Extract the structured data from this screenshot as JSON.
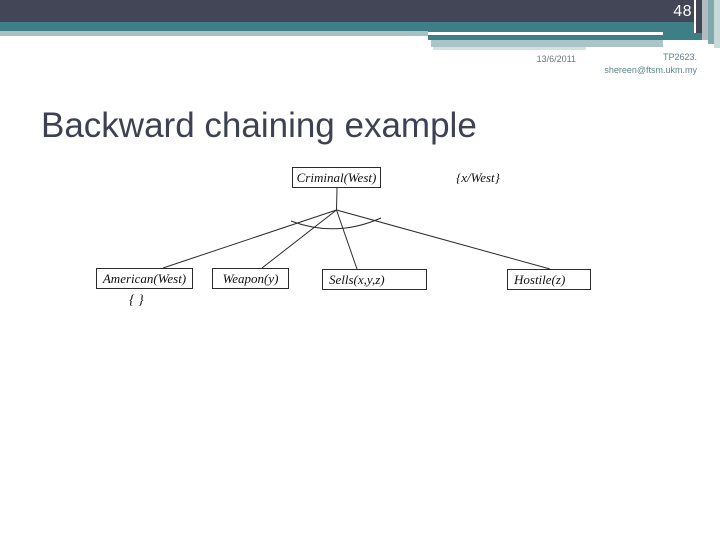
{
  "slide": {
    "page_number": "48",
    "date": "13/6/2011",
    "course_code": "TP2623.",
    "email": "shereen@ftsm.ukm.my",
    "title": "Backward chaining example"
  },
  "colors": {
    "header_dark": "#424657",
    "header_teal": "#3e7e86",
    "header_light_strip": "#a6c2c6",
    "title_text": "#3d4152",
    "footer_date_text": "#6f747c",
    "footer_contact_text": "#5d868c",
    "diagram_line": "#2b2b2b"
  },
  "diagram": {
    "root": {
      "label": "Criminal(West)"
    },
    "substitution": "{x/West}",
    "children": [
      {
        "label": "American(West)",
        "annotation": "{ }"
      },
      {
        "label": "Weapon(y)"
      },
      {
        "label": "Sells(x,y,z)"
      },
      {
        "label": "Hostile(z)"
      }
    ]
  }
}
